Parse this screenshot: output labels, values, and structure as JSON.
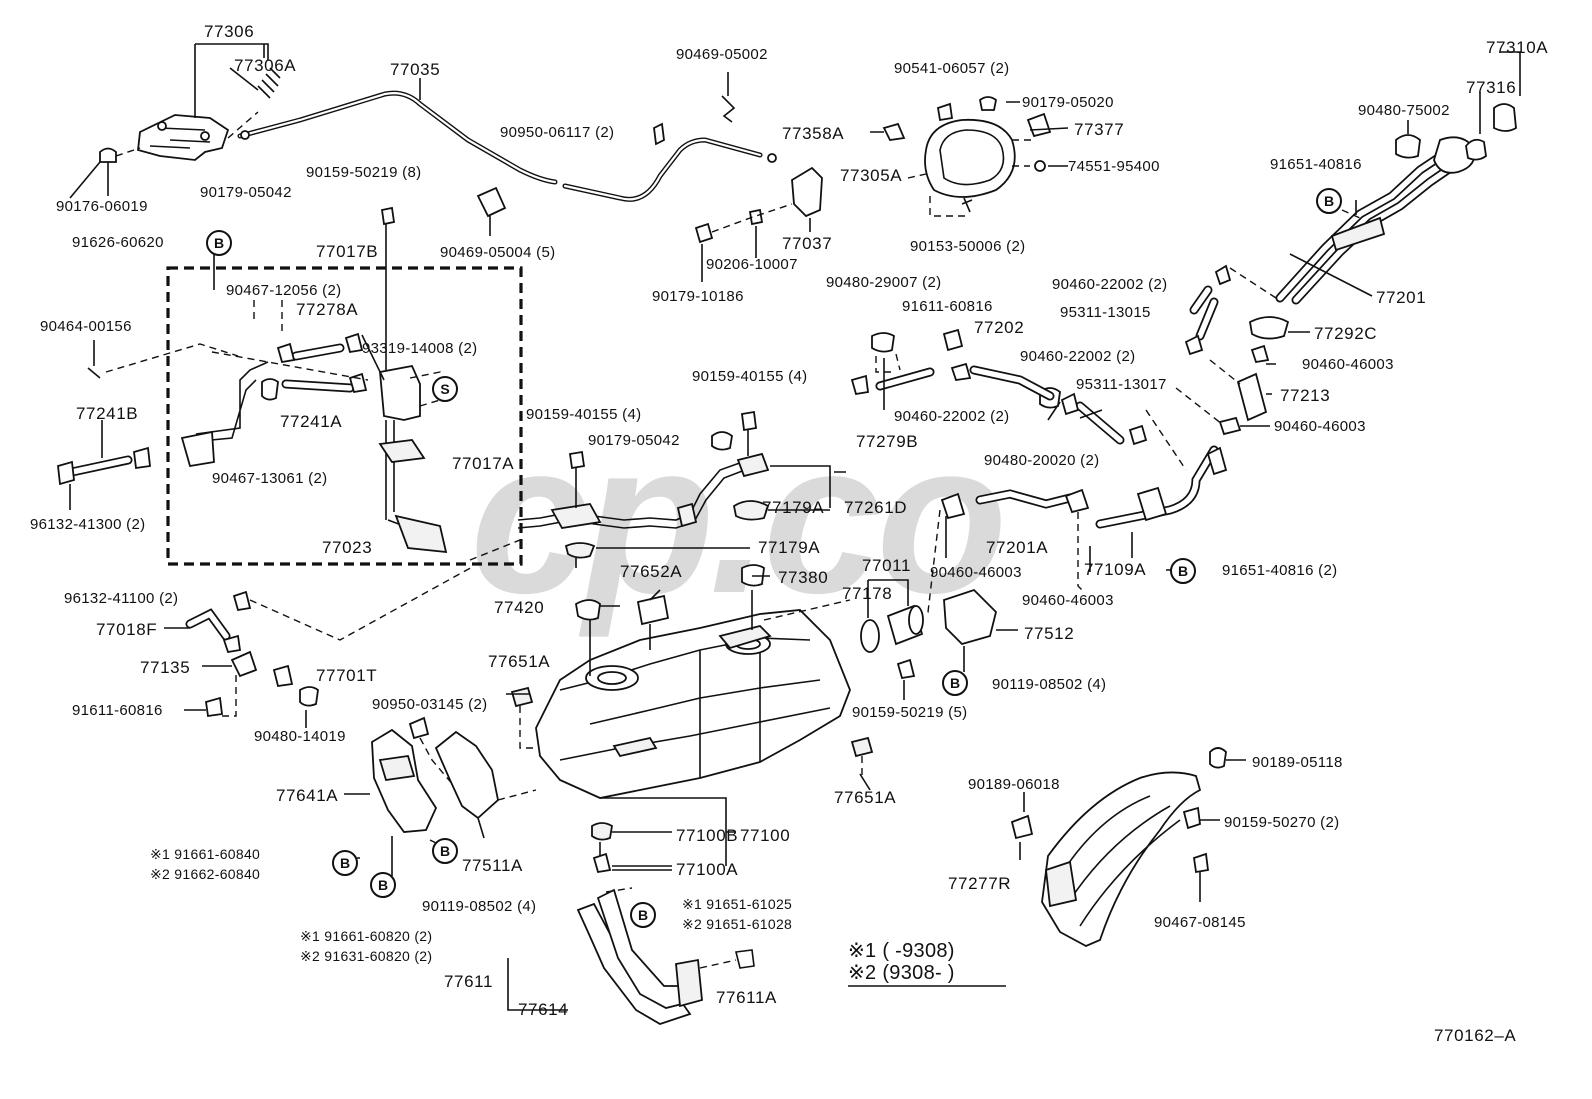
{
  "diagram_id": "770162–A",
  "watermark": "cp.co",
  "parts": [
    "77306",
    "77306A",
    "77035",
    "90469-05002",
    "90541-06057 (2)",
    "90179-05020",
    "77377",
    "77358A",
    "77305A",
    "74551-95400",
    "90153-50006 (2)",
    "77310A",
    "77316",
    "90480-75002",
    "91651-40816",
    "77201",
    "90950-06117 (2)",
    "90176-06019",
    "90179-05042",
    "90159-50219 (8)",
    "90469-05004 (5)",
    "77037",
    "90206-10007",
    "90179-10186",
    "91626-60620",
    "77017B",
    "90467-12056 (2)",
    "77278A",
    "90464-00156",
    "93319-14008 (2)",
    "77241A",
    "77241B",
    "77017A",
    "90467-13061 (2)",
    "96132-41300 (2)",
    "77023",
    "90480-29007 (2)",
    "91611-60816",
    "77202",
    "90460-22002 (2)",
    "95311-13015",
    "77292C",
    "90460-46003",
    "90460-22002 (2)",
    "95311-13017",
    "77213",
    "90460-46003",
    "90159-40155 (4)",
    "90159-40155 (4)",
    "90179-05042",
    "77279B",
    "90460-22002 (2)",
    "90480-20020 (2)",
    "77179A",
    "77261D",
    "77179A",
    "77201A",
    "77109A",
    "91651-40816 (2)",
    "90460-46003",
    "90460-46003",
    "77011",
    "77178",
    "77380",
    "77652A",
    "77420",
    "96132-41100 (2)",
    "77018F",
    "77135",
    "77701T",
    "91611-60816",
    "90480-14019",
    "77512",
    "90119-08502 (4)",
    "90159-50219 (5)",
    "77651A",
    "90950-03145 (2)",
    "77651A",
    "77641A",
    "77100B",
    "77100",
    "77100A",
    "77511A",
    "90119-08502 (4)",
    "90189-05118",
    "90189-06018",
    "90159-50270 (2)",
    "77277R",
    "90467-08145",
    "77611",
    "77614",
    "77611A"
  ],
  "variant_labels": [
    "※1 91661-60840",
    "※2 91662-60840",
    "※1 91661-60820 (2)",
    "※2 91631-60820 (2)",
    "※1 91651-61025",
    "※2 91651-61028"
  ],
  "legend": {
    "row1": "※1 (        -9308)",
    "row2": "※2 (9308-          )"
  },
  "marker": "B",
  "marker_s": "S"
}
